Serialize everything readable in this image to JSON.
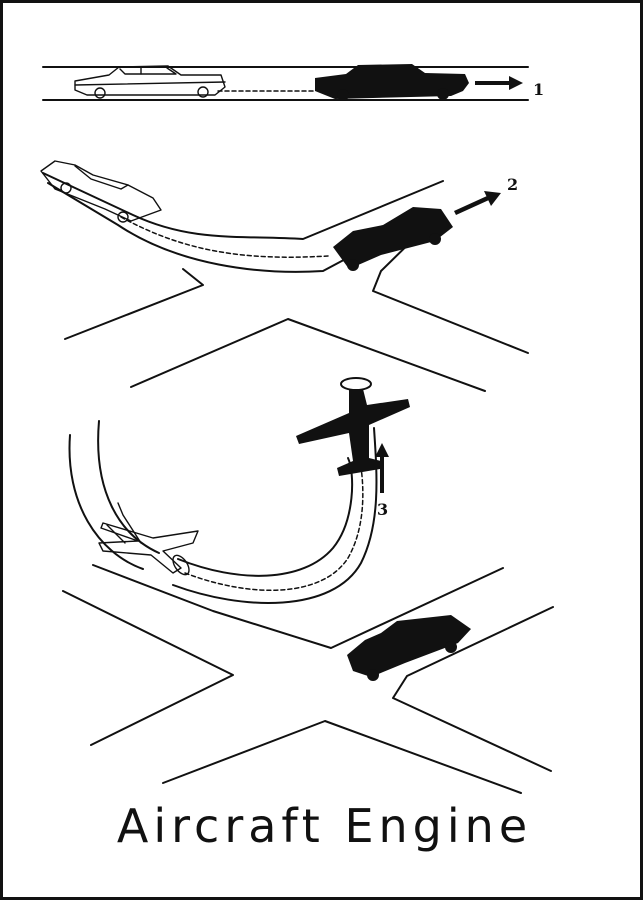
{
  "title": "Aircraft Engine",
  "step_labels": [
    "1",
    "2",
    "3"
  ],
  "colors": {
    "ink": "#111111",
    "paper": "#ffffff"
  }
}
